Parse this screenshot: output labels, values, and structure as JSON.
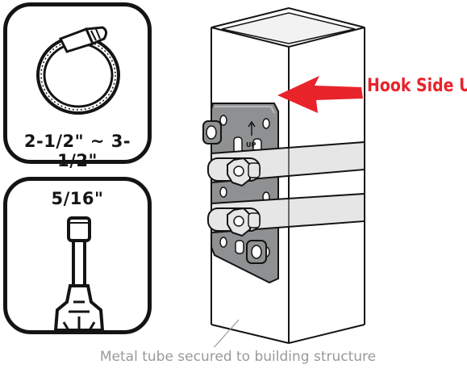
{
  "clamp_panel": {
    "size_label": "2-1/2\" ~ 3-1/2\""
  },
  "driver_panel": {
    "size_label": "5/16\""
  },
  "bracket": {
    "embossed_text": "UP"
  },
  "callout": {
    "text": "Hook Side UP",
    "color": "#e8232a"
  },
  "caption": {
    "text": "Metal tube secured to building structure"
  },
  "colors": {
    "outline": "#141414",
    "bracket": "#8e9091",
    "arrow": "#e8232a",
    "caption": "#9a9a9a"
  }
}
